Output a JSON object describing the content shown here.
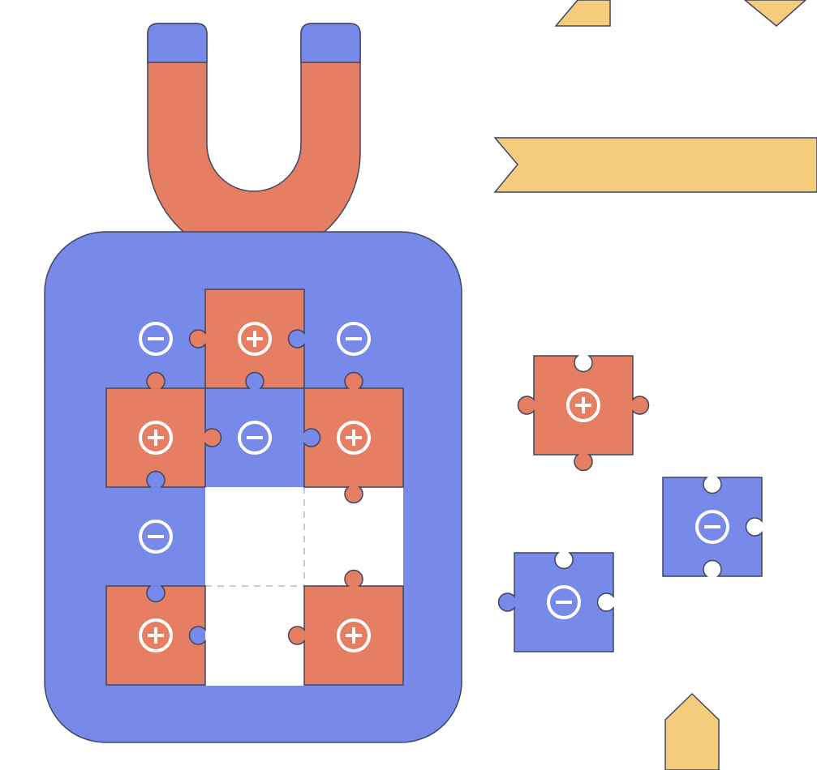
{
  "colors": {
    "blue": "#7789E9",
    "red": "#E57E62",
    "yellow": "#F5CC7C",
    "outline": "#3F4660",
    "slot": "#FFFFFF",
    "dash": "#C3CBE6",
    "symbol": "#FFFFFF"
  },
  "board": {
    "grid_rows": 4,
    "grid_cols": 3,
    "cells": [
      {
        "row": 0,
        "col": 0,
        "color": "blue",
        "charge": "minus"
      },
      {
        "row": 0,
        "col": 1,
        "color": "red",
        "charge": "plus"
      },
      {
        "row": 0,
        "col": 2,
        "color": "blue",
        "charge": "minus"
      },
      {
        "row": 1,
        "col": 0,
        "color": "red",
        "charge": "plus"
      },
      {
        "row": 1,
        "col": 1,
        "color": "blue",
        "charge": "minus"
      },
      {
        "row": 1,
        "col": 2,
        "color": "red",
        "charge": "plus"
      },
      {
        "row": 2,
        "col": 0,
        "color": "blue",
        "charge": "minus"
      },
      {
        "row": 2,
        "col": 1,
        "color": "empty",
        "charge": "none"
      },
      {
        "row": 2,
        "col": 2,
        "color": "empty",
        "charge": "none"
      },
      {
        "row": 3,
        "col": 0,
        "color": "red",
        "charge": "plus"
      },
      {
        "row": 3,
        "col": 1,
        "color": "empty",
        "charge": "none"
      },
      {
        "row": 3,
        "col": 2,
        "color": "red",
        "charge": "plus"
      }
    ]
  },
  "loose_pieces": [
    {
      "id": "loose-piece-plus",
      "color": "red",
      "charge": "plus"
    },
    {
      "id": "loose-piece-minus-right",
      "color": "blue",
      "charge": "minus"
    },
    {
      "id": "loose-piece-minus-bottom",
      "color": "blue",
      "charge": "minus"
    }
  ],
  "decorations": [
    "magnet-icon",
    "arrow-shape",
    "ribbon-banner",
    "arrow-shape",
    "arrow-shape"
  ]
}
